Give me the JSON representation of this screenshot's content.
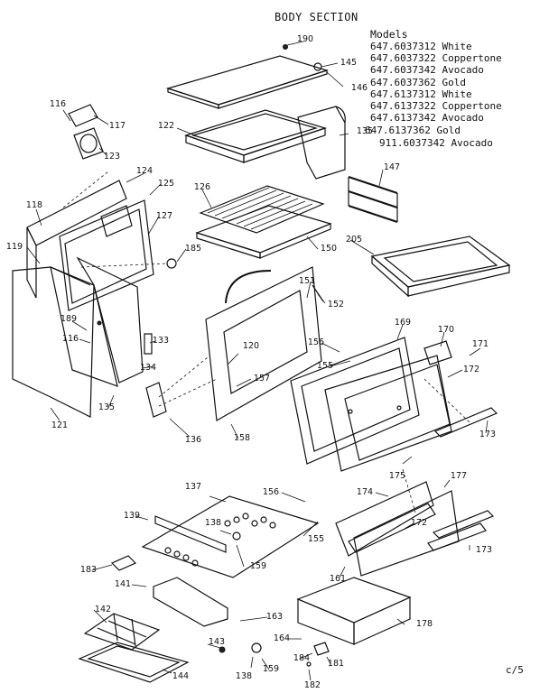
{
  "title": "BODY SECTION",
  "models_heading": "Models",
  "models": [
    "647.6037312 White",
    "647.6037322 Coppertone",
    "647.6037342 Avocado",
    "647.6037362 Gold",
    "647.6137312 White",
    "647.6137322 Coppertone",
    "647.6137342 Avocado",
    "647.6137362 Gold",
    "911.6037342 Avocado"
  ],
  "part_numbers": [
    "190",
    "145",
    "146",
    "116",
    "117",
    "122",
    "135",
    "123",
    "124",
    "125",
    "126",
    "118",
    "127",
    "147",
    "119",
    "185",
    "150",
    "205",
    "151",
    "152",
    "189",
    "116",
    "133",
    "120",
    "156",
    "169",
    "170",
    "171",
    "155",
    "157",
    "172",
    "134",
    "135",
    "121",
    "136",
    "158",
    "173",
    "175",
    "177",
    "137",
    "156",
    "174",
    "139",
    "138",
    "172",
    "155",
    "183",
    "159",
    "173",
    "161",
    "141",
    "163",
    "142",
    "178",
    "164",
    "143",
    "184",
    "138",
    "159",
    "181",
    "144",
    "182"
  ],
  "footer": "c/5"
}
